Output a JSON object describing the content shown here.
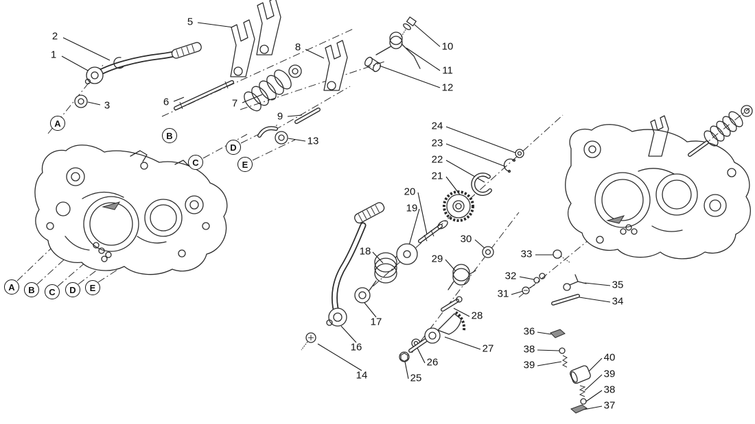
{
  "callouts": {
    "n1": "1",
    "n2": "2",
    "n3": "3",
    "n5": "5",
    "n6": "6",
    "n7": "7",
    "n8": "8",
    "n9": "9",
    "n10": "10",
    "n11": "11",
    "n12": "12",
    "n13": "13",
    "n14": "14",
    "n16": "16",
    "n17": "17",
    "n18": "18",
    "n19": "19",
    "n20": "20",
    "n21": "21",
    "n22": "22",
    "n23": "23",
    "n24": "24",
    "n25": "25",
    "n26": "26",
    "n27": "27",
    "n28": "28",
    "n29": "29",
    "n30": "30",
    "n31": "31",
    "n32": "32",
    "n33": "33",
    "n34": "34",
    "n35": "35",
    "n36": "36",
    "n37": "37",
    "n38": "38",
    "n39": "39",
    "n40": "40"
  },
  "letters": {
    "A": "A",
    "B": "B",
    "C": "C",
    "D": "D",
    "E": "E"
  },
  "colors": {
    "line": "#2b2b2b",
    "label": "#111111",
    "background": "#ffffff"
  }
}
